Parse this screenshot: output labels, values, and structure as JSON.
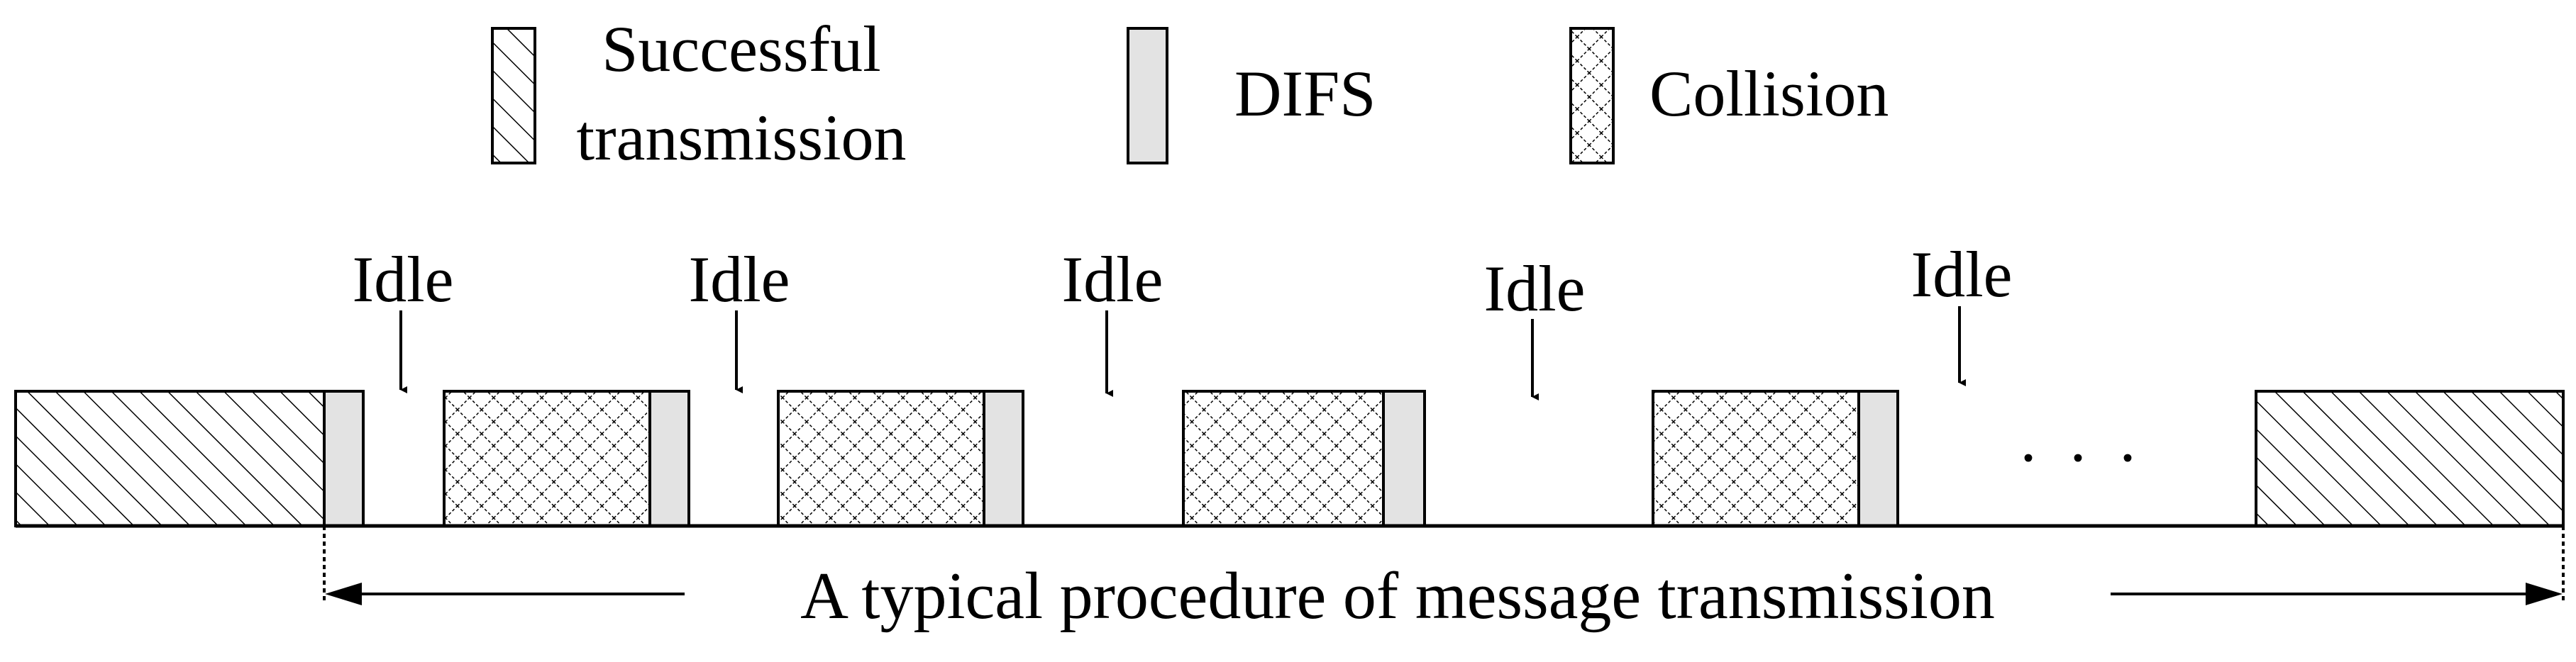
{
  "legend": {
    "successful_line1": "Successful",
    "successful_line2": "transmission",
    "difs": "DIFS",
    "collision": "Collision"
  },
  "idle_labels": [
    "Idle",
    "Idle",
    "Idle",
    "Idle",
    "Idle"
  ],
  "ellipsis": ". . .",
  "caption": "A typical procedure of message transmission",
  "colors": {
    "stroke": "#000000",
    "difs_fill": "#e3e3e3",
    "background": "#ffffff"
  }
}
